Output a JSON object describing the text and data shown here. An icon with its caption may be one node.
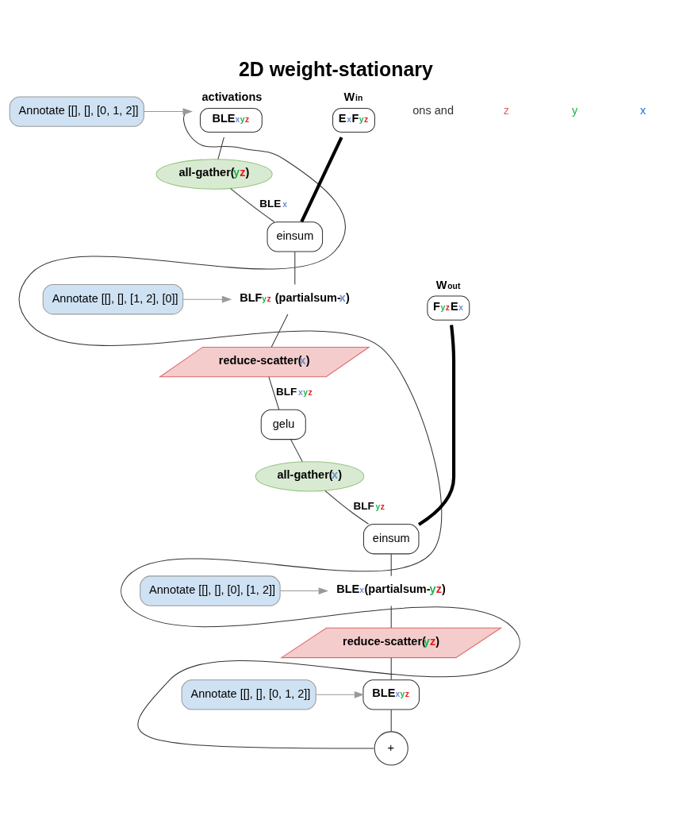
{
  "diagram": {
    "title": "2D weight-stationary",
    "nodes": [
      {
        "text": [
          "activations",
          "BLE$_{xyz}$"
        ]
      },
      {
        "text": [
          "W$_{in}$",
          "E$_{x}$F$_{yz}$"
        ]
      },
      {
        "text": [
          "Annotate [[], [], [0, 1, 2]]"
        ]
      },
      {
        "text": [
          "all-gather(yz)"
        ]
      },
      {
        "text": [
          "einsum"
        ]
      },
      {
        "text": [
          "Annotate [[], [], [1, 2], [0]]"
        ]
      },
      {
        "text": [
          "BLF$_{yz}$ (partialsum-x)"
        ]
      },
      {
        "text": [
          "W$_{out}$",
          "F$_{yz}$E$_{x}$"
        ]
      },
      {
        "text": [
          "reduce-scatter(x)"
        ]
      },
      {
        "text": [
          "gelu"
        ]
      },
      {
        "text": [
          "all-gather(x)"
        ]
      },
      {
        "text": [
          "einsum"
        ]
      },
      {
        "text": [
          "Annotate [[], [], [0], [1, 2]]"
        ]
      },
      {
        "text": [
          "BLE$_{x}$(partialsum-yz)"
        ]
      },
      {
        "text": [
          "reduce-scatter(yz)"
        ]
      },
      {
        "text": [
          "Annotate [[], [], [0, 1, 2]]"
        ]
      },
      {
        "text": [
          "BLE$_{xyz}$"
        ]
      },
      {
        "text": [
          "+"
        ]
      }
    ],
    "edges": [
      {
        "from": 2,
        "to": 0,
        "arrow": "to",
        "color": "#999999"
      },
      {
        "from": 0,
        "to": 3,
        "arrow": "none"
      },
      {
        "from": 3,
        "to": 4,
        "arrow": "none",
        "label": "BLE$_{x}$"
      },
      {
        "from": 1,
        "to": 4,
        "arrow": "none",
        "style": "thick"
      },
      {
        "from": 5,
        "to": 6,
        "arrow": "to",
        "color": "#999999"
      },
      {
        "from": 4,
        "to": 6,
        "arrow": "none"
      },
      {
        "from": 6,
        "to": 8,
        "arrow": "none"
      },
      {
        "from": 8,
        "to": 9,
        "arrow": "none",
        "label": "BLF$_{xyz}$"
      },
      {
        "from": 9,
        "to": 10,
        "arrow": "none"
      },
      {
        "from": 10,
        "to": 11,
        "arrow": "none",
        "label": "BLF$_{yz}$"
      },
      {
        "from": 7,
        "to": 11,
        "arrow": "none",
        "style": "thick"
      },
      {
        "from": 12,
        "to": 13,
        "arrow": "to",
        "color": "#999999"
      },
      {
        "from": 11,
        "to": 13,
        "arrow": "none"
      },
      {
        "from": 13,
        "to": 14,
        "arrow": "none"
      },
      {
        "from": 14,
        "to": 16,
        "arrow": "none"
      },
      {
        "from": 15,
        "to": 16,
        "arrow": "to",
        "color": "#999999"
      },
      {
        "from": 16,
        "to": 17,
        "arrow": "none"
      },
      {
        "from": 0,
        "to": 17,
        "arrow": "none"
      }
    ],
    "labels": [
      "ons and",
      "z",
      "y",
      "x"
    ]
  }
}
